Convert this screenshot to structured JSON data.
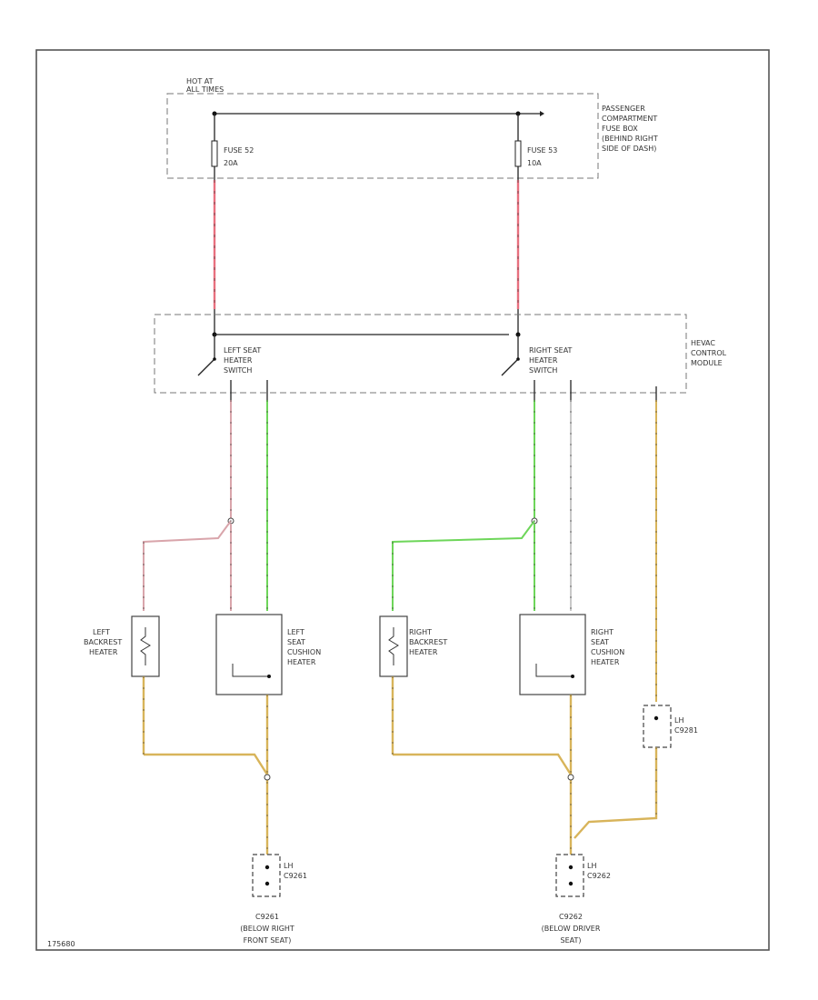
{
  "colors": {
    "red_wire": "#e8707f",
    "green_wire": "#6ed65a",
    "yellow_wire": "#d8b45a",
    "pink_wire": "#d9a5ab",
    "white_wire": "#c9c9c9",
    "frame": "#555555"
  },
  "fusebox": {
    "hot_label_1": "HOT AT",
    "hot_label_2": "ALL TIMES",
    "fuse_left_name": "FUSE 52",
    "fuse_left_amp": "20A",
    "fuse_right_name": "FUSE 53",
    "fuse_right_amp": "10A",
    "desc_1": "PASSENGER",
    "desc_2": "COMPARTMENT",
    "desc_3": "FUSE BOX",
    "desc_4": "(BEHIND RIGHT",
    "desc_5": "SIDE OF DASH)"
  },
  "hvac": {
    "desc_1": "HEVAC",
    "desc_2": "CONTROL",
    "desc_3": "MODULE",
    "left_sw_1": "LEFT SEAT",
    "left_sw_2": "HEATER",
    "left_sw_3": "SWITCH",
    "right_sw_1": "RIGHT SEAT",
    "right_sw_2": "HEATER",
    "right_sw_3": "SWITCH"
  },
  "components": {
    "left_backrest_1": "LEFT",
    "left_backrest_2": "BACKREST",
    "left_backrest_3": "HEATER",
    "left_cushion_1": "LEFT",
    "left_cushion_2": "SEAT",
    "left_cushion_3": "CUSHION",
    "left_cushion_4": "HEATER",
    "right_backrest_1": "RIGHT",
    "right_backrest_2": "BACKREST",
    "right_backrest_3": "HEATER",
    "right_cushion_1": "RIGHT",
    "right_cushion_2": "SEAT",
    "right_cushion_3": "CUSHION",
    "right_cushion_4": "HEATER",
    "lh_conn_1": "LH",
    "lh_conn_2": "C9281",
    "g_left_1": "LH",
    "g_left_2": "C9261",
    "g_right_1": "LH",
    "g_right_2": "C9262"
  },
  "grounds": {
    "left_1": "C9261",
    "left_2": "(BELOW RIGHT",
    "left_3": "FRONT SEAT)",
    "right_1": "C9262",
    "right_2": "(BELOW DRIVER",
    "right_3": "SEAT)"
  },
  "footer": {
    "ref": "175680"
  }
}
